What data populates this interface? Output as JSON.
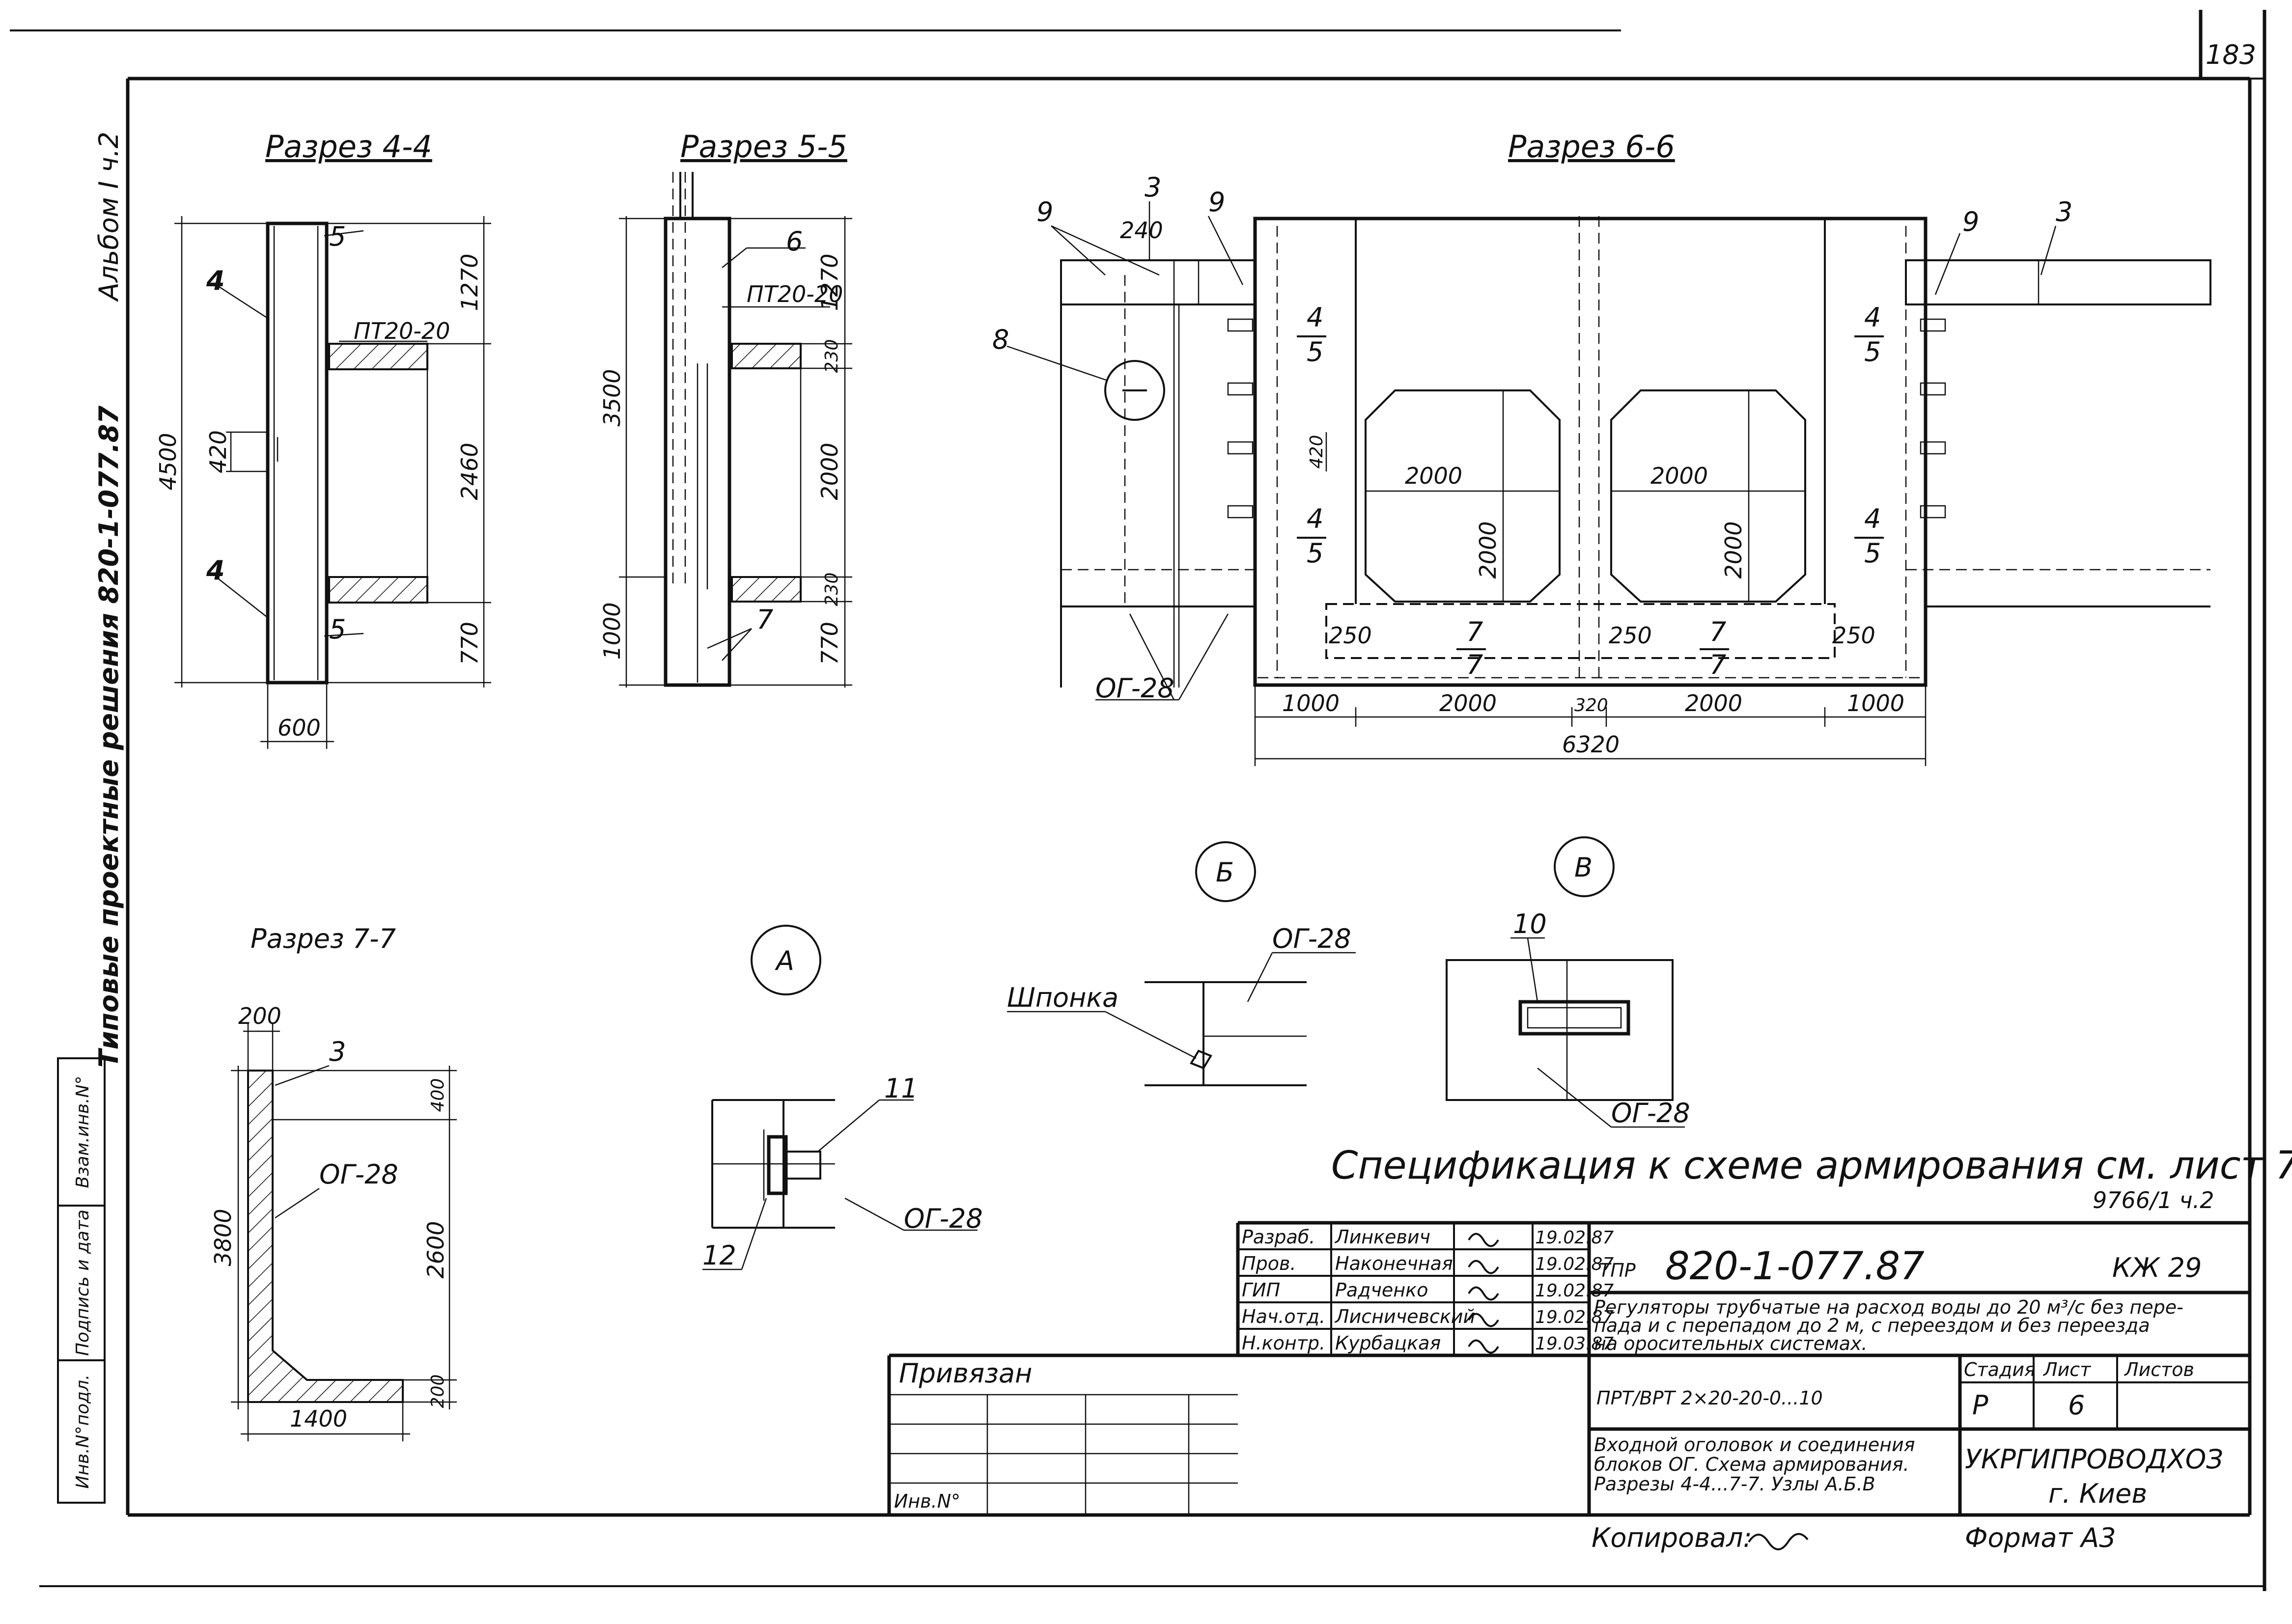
{
  "page_number": "183",
  "album": "Альбом I ч.2",
  "series": "Типовые проектные решения 820-1-077.87",
  "sections": {
    "s44": {
      "title": "Разрез 4-4",
      "dims": {
        "total": "4500",
        "top": "1270",
        "mid": "2460",
        "bot": "770",
        "gap": "420",
        "width": "600"
      },
      "marks": {
        "m4a": "4",
        "m4b": "4",
        "m5a": "5",
        "m5b": "5"
      },
      "plate": "ПТ20-20"
    },
    "s55": {
      "title": "Разрез 5-5",
      "dims": {
        "upper": "3500",
        "lower": "1000",
        "top": "1270",
        "t1": "230",
        "mid": "2000",
        "t2": "230",
        "bot": "770"
      },
      "marks": {
        "m6": "6",
        "m7": "7"
      },
      "plate": "ПТ20-20"
    },
    "s66": {
      "title": "Разрез 6-6",
      "marks": {
        "m9a": "9",
        "m3a": "3",
        "m9b": "9",
        "m9c": "9",
        "m3b": "3",
        "m8": "8",
        "og": "ОГ-28"
      },
      "dims": {
        "d240": "240",
        "d420": "420",
        "w1": "2000",
        "w2": "2000",
        "h1": "2000",
        "h2": "2000",
        "e1": "250",
        "e2": "250",
        "e3": "250",
        "b1": "1000",
        "b2": "2000",
        "b3": "320",
        "b4": "2000",
        "b5": "1000",
        "total": "6320"
      },
      "frac": {
        "n45": "4",
        "d45": "5",
        "n77": "7",
        "d77": "7"
      }
    },
    "s77": {
      "title": "Разрез 7-7",
      "dims": {
        "top": "200",
        "height": "3800",
        "d400": "400",
        "d2600": "2600",
        "d200": "200",
        "base": "1400"
      },
      "marks": {
        "m3": "3",
        "og": "ОГ-28"
      }
    }
  },
  "nodes": {
    "a": {
      "label": "А",
      "m11": "11",
      "m12": "12",
      "og": "ОГ-28"
    },
    "b": {
      "label": "Б",
      "key": "Шпонка",
      "og": "ОГ-28"
    },
    "v": {
      "label": "В",
      "m10": "10",
      "og": "ОГ-28"
    }
  },
  "spec_note": "Спецификация к схеме армирования см. лист 7",
  "ref_mark": "9766/1 ч.2",
  "title_block": {
    "rows": [
      {
        "role": "Разраб.",
        "name": "Линкевич",
        "date": "19.02.87"
      },
      {
        "role": "Пров.",
        "name": "Наконечная",
        "date": "19.02.87"
      },
      {
        "role": "ГИП",
        "name": "Радченко",
        "date": "19.02.87"
      },
      {
        "role": "Нач.отд.",
        "name": "Лисничевский",
        "date": "19.02.87"
      },
      {
        "role": "Н.контр.",
        "name": "Курбацкая",
        "date": "19.03.87"
      }
    ],
    "tpr": "ТПР",
    "doc_number": "820-1-077.87",
    "sheet_code": "КЖ 29",
    "description": [
      "Регуляторы трубчатые на расход воды до 20 м³/с без пере-",
      "пада и с перепадом до 2 м, с переездом и без переезда",
      "на оросительных системах."
    ],
    "privyazan": "Привязан",
    "inv_no": "Инв.N°",
    "code": "ПРТ/ВРТ 2×20-20-0...10",
    "stage_h": "Стадия",
    "sheet_h": "Лист",
    "sheets_h": "Листов",
    "stage": "Р",
    "sheet": "6",
    "sheets": "",
    "sheet_title": [
      "Входной оголовок и соединения",
      "блоков ОГ. Схема армирования.",
      "Разрезы 4-4...7-7. Узлы А.Б.В"
    ],
    "org": "УКРГИПРОВОДХОЗ",
    "city": "г. Киев",
    "copied": "Копировал:",
    "format": "Формат А3"
  },
  "side_stamp": [
    "Инв.N°подл.",
    "Подпись и дата",
    "Взам.инв.N°"
  ]
}
